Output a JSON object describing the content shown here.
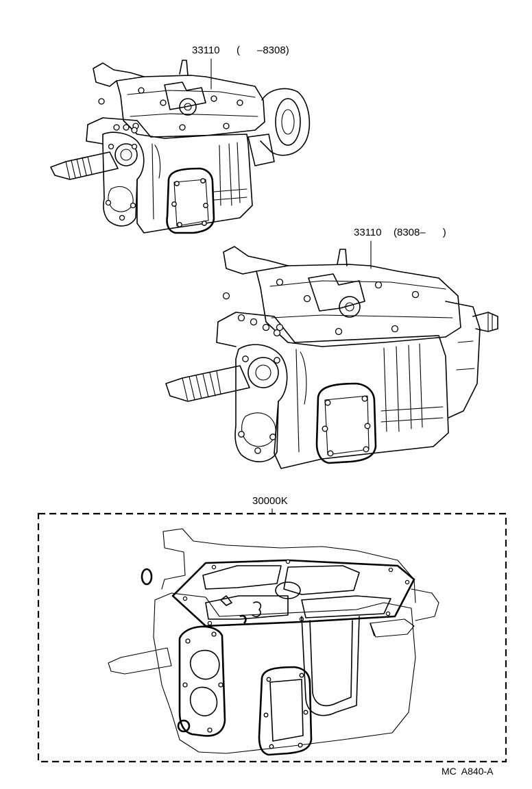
{
  "diagram": {
    "parts": [
      {
        "part_number": "33110",
        "range": "(      –8308)"
      },
      {
        "part_number": "33110",
        "range": "(8308–      )"
      },
      {
        "part_number": "30000K",
        "range": ""
      }
    ],
    "footer_code": "MC  A840-A"
  }
}
